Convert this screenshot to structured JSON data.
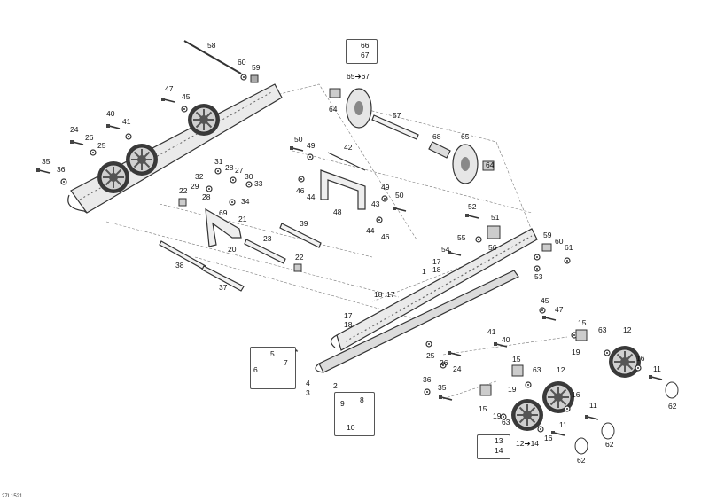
{
  "diagram_code": "27L1521",
  "marker": "*",
  "kit_top": {
    "parts": [
      "66",
      "67"
    ],
    "label": "65➔67"
  },
  "kit_bottom": {
    "parts": [
      "13",
      "14"
    ],
    "label": "12➔14"
  },
  "labels": {
    "p58": "58",
    "p60a": "60",
    "p59a": "59",
    "p47a": "47",
    "p45a": "45",
    "p40a": "40",
    "p41a": "41",
    "p24a": "24",
    "p26a": "26",
    "p25a": "25",
    "p35a": "35",
    "p36a": "36",
    "p31": "31",
    "p32": "32",
    "p28a": "28",
    "p27": "27",
    "p30": "30",
    "p29": "29",
    "p33": "33",
    "p28b": "28",
    "p34": "34",
    "p22a": "22",
    "p69": "69",
    "p21": "21",
    "p20": "20",
    "p23": "23",
    "p38": "38",
    "p37": "37",
    "p22b": "22",
    "p39": "39",
    "p64a": "64",
    "p57": "57",
    "p68": "68",
    "p65": "65",
    "p64b": "64",
    "p50a": "50",
    "p49a": "49",
    "p42": "42",
    "p46a": "46",
    "p44a": "44",
    "p48": "48",
    "p43": "43",
    "p49b": "49",
    "p50b": "50",
    "p44b": "44",
    "p46b": "46",
    "p52": "52",
    "p51": "51",
    "p55": "55",
    "p56": "56",
    "p54": "54",
    "p17a": "17",
    "p18a": "18",
    "p1": "1",
    "p59b": "59",
    "p60b": "60",
    "p61": "61",
    "p53": "53",
    "p18b": "18",
    "p17b": "17",
    "p17c": "17",
    "p18c": "18",
    "p45b": "45",
    "p47b": "47",
    "p15a": "15",
    "p63a": "63",
    "p12a": "12",
    "p19a": "19",
    "p16a": "16",
    "p11a": "11",
    "p62a": "62",
    "p41b": "41",
    "p40b": "40",
    "p25b": "25",
    "p26b": "26",
    "p24b": "24",
    "p15b": "15",
    "p63b": "63",
    "p12b": "12",
    "p19b": "19",
    "p16b": "16",
    "p11b": "11",
    "p62b": "62",
    "p36b": "36",
    "p35b": "35",
    "p15c": "15",
    "p19c": "19",
    "p63c": "63",
    "p16c": "16",
    "p11c": "11",
    "p62c": "62",
    "p5": "5",
    "p6": "6",
    "p7": "7",
    "p4": "4",
    "p3": "3",
    "p2": "2",
    "p9": "9",
    "p8": "8",
    "p10": "10"
  }
}
